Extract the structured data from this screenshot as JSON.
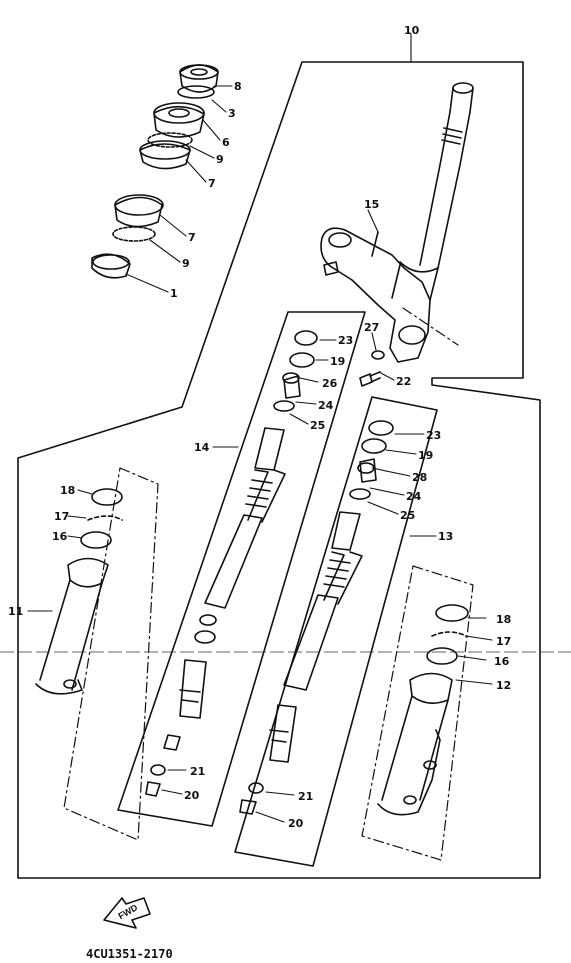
{
  "diagram": {
    "drawing_code": "4CU1351-2170",
    "fwd_label": "FWD",
    "callouts": {
      "p1": "1",
      "p3": "3",
      "p6": "6",
      "p7a": "7",
      "p7b": "7",
      "p8": "8",
      "p9a": "9",
      "p9b": "9",
      "p10": "10",
      "p11": "11",
      "p12": "12",
      "p13": "13",
      "p14": "14",
      "p15": "15",
      "p16a": "16",
      "p16b": "16",
      "p17a": "17",
      "p17b": "17",
      "p18a": "18",
      "p18b": "18",
      "p19a": "19",
      "p19b": "19",
      "p20a": "20",
      "p20b": "20",
      "p21a": "21",
      "p21b": "21",
      "p22": "22",
      "p23a": "23",
      "p23b": "23",
      "p24a": "24",
      "p24b": "24",
      "p25a": "25",
      "p25b": "25",
      "p26": "26",
      "p27": "27",
      "p28": "28"
    }
  }
}
